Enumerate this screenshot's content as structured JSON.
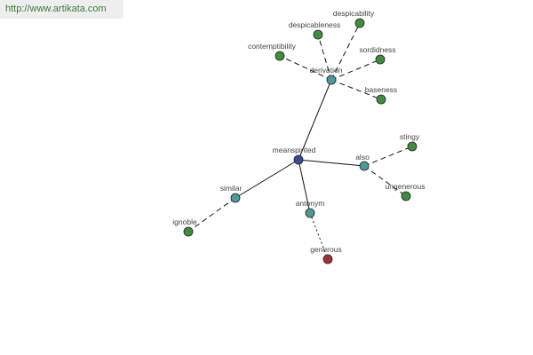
{
  "watermark": {
    "text": "http://www.artikata.com"
  },
  "colors": {
    "root": "#3a4a9a",
    "relation": "#4a9a9a",
    "leaf": "#3e8e3e",
    "antonym": "#a03030",
    "edge": "#111111"
  },
  "graph": {
    "nodes": [
      {
        "id": "meanspirited",
        "label": "meanspirited",
        "kind": "root"
      },
      {
        "id": "derivation",
        "label": "derivation",
        "kind": "relation"
      },
      {
        "id": "also",
        "label": "also",
        "kind": "relation"
      },
      {
        "id": "similar",
        "label": "similar",
        "kind": "relation"
      },
      {
        "id": "antonym",
        "label": "antonym",
        "kind": "relation"
      },
      {
        "id": "despicability",
        "label": "despicability",
        "kind": "leaf"
      },
      {
        "id": "despicableness",
        "label": "despicableness",
        "kind": "leaf"
      },
      {
        "id": "contemptibility",
        "label": "contemptibility",
        "kind": "leaf"
      },
      {
        "id": "sordidness",
        "label": "sordidness",
        "kind": "leaf"
      },
      {
        "id": "baseness",
        "label": "baseness",
        "kind": "leaf"
      },
      {
        "id": "stingy",
        "label": "stingy",
        "kind": "leaf"
      },
      {
        "id": "ungenerous",
        "label": "ungenerous",
        "kind": "leaf"
      },
      {
        "id": "ignoble",
        "label": "ignoble",
        "kind": "leaf"
      },
      {
        "id": "generous",
        "label": "generous",
        "kind": "antonym"
      }
    ],
    "edges": [
      {
        "from": "meanspirited",
        "to": "derivation",
        "style": "solid"
      },
      {
        "from": "meanspirited",
        "to": "also",
        "style": "solid"
      },
      {
        "from": "meanspirited",
        "to": "similar",
        "style": "solid"
      },
      {
        "from": "meanspirited",
        "to": "antonym",
        "style": "solid"
      },
      {
        "from": "derivation",
        "to": "despicability",
        "style": "dashed"
      },
      {
        "from": "derivation",
        "to": "despicableness",
        "style": "dashed"
      },
      {
        "from": "derivation",
        "to": "contemptibility",
        "style": "dashed"
      },
      {
        "from": "derivation",
        "to": "sordidness",
        "style": "dashed"
      },
      {
        "from": "derivation",
        "to": "baseness",
        "style": "dashed"
      },
      {
        "from": "also",
        "to": "stingy",
        "style": "dashed"
      },
      {
        "from": "also",
        "to": "ungenerous",
        "style": "dashed"
      },
      {
        "from": "similar",
        "to": "ignoble",
        "style": "dashed"
      },
      {
        "from": "antonym",
        "to": "generous",
        "style": "dotted"
      }
    ]
  }
}
